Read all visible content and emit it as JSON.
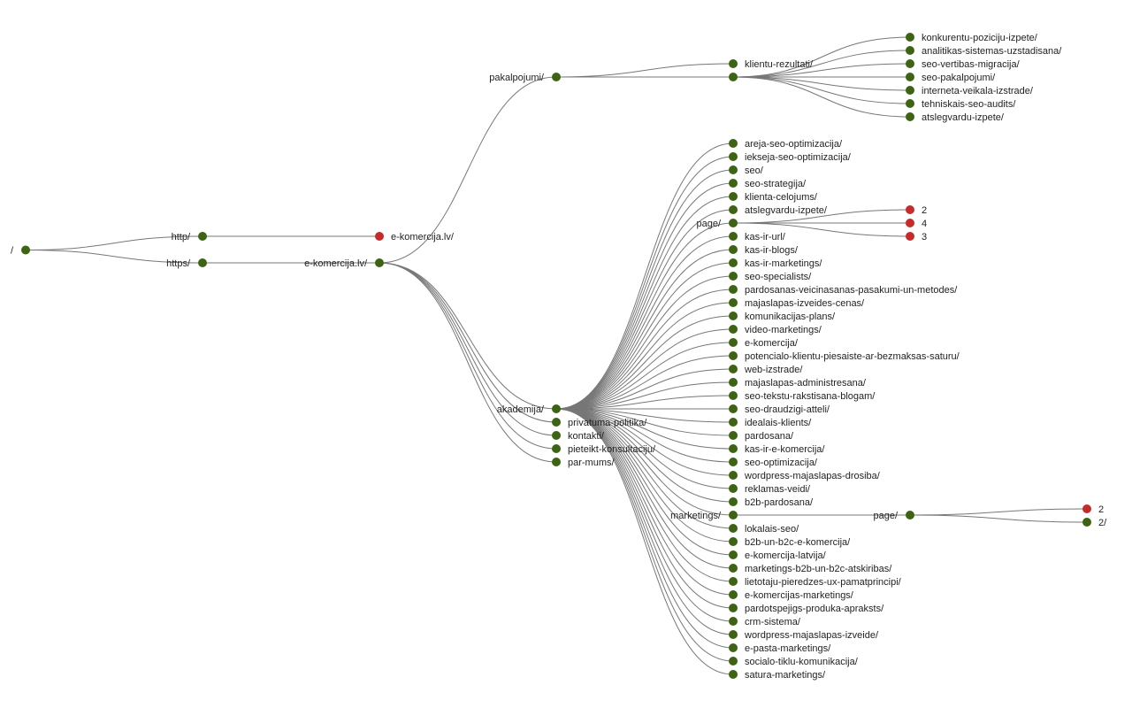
{
  "colors": {
    "node_default": "#3d6314",
    "node_highlight": "#c62b2b",
    "link": "#777777"
  },
  "tree": {
    "label": "/",
    "status": "ok",
    "children": [
      {
        "label": "http/",
        "status": "ok",
        "children": [
          {
            "label": "e-komercija.lv/",
            "status": "error",
            "children": []
          }
        ]
      },
      {
        "label": "https/",
        "status": "ok",
        "children": [
          {
            "label": "e-komercija.lv/",
            "status": "ok",
            "children": [
              {
                "label": "pakalpojumi/",
                "status": "ok",
                "children": [
                  {
                    "label": "klientu-rezultati/",
                    "status": "ok",
                    "children": []
                  },
                  {
                    "label": "",
                    "status": "ok",
                    "children": [
                      {
                        "label": "konkurentu-poziciju-izpete/",
                        "status": "ok",
                        "children": []
                      },
                      {
                        "label": "analitikas-sistemas-uzstadisana/",
                        "status": "ok",
                        "children": []
                      },
                      {
                        "label": "seo-vertibas-migracija/",
                        "status": "ok",
                        "children": []
                      },
                      {
                        "label": "seo-pakalpojumi/",
                        "status": "ok",
                        "children": []
                      },
                      {
                        "label": "interneta-veikala-izstrade/",
                        "status": "ok",
                        "children": []
                      },
                      {
                        "label": "tehniskais-seo-audits/",
                        "status": "ok",
                        "children": []
                      },
                      {
                        "label": "atslegvardu-izpete/",
                        "status": "ok",
                        "children": []
                      }
                    ]
                  }
                ]
              },
              {
                "label": "akademija/",
                "status": "ok",
                "children": [
                  {
                    "label": "areja-seo-optimizacija/",
                    "status": "ok",
                    "children": []
                  },
                  {
                    "label": "ieksejа-seo-optimizacija/",
                    "status": "ok",
                    "children": []
                  },
                  {
                    "label": "seo/",
                    "status": "ok",
                    "children": []
                  },
                  {
                    "label": "seo-strategija/",
                    "status": "ok",
                    "children": []
                  },
                  {
                    "label": "klienta-celojums/",
                    "status": "ok",
                    "children": []
                  },
                  {
                    "label": "atslegvardu-izpete/",
                    "status": "ok",
                    "children": []
                  },
                  {
                    "label": "page/",
                    "status": "ok",
                    "children": [
                      {
                        "label": "2",
                        "status": "error",
                        "children": []
                      },
                      {
                        "label": "4",
                        "status": "error",
                        "children": []
                      },
                      {
                        "label": "3",
                        "status": "error",
                        "children": []
                      }
                    ]
                  },
                  {
                    "label": "kas-ir-url/",
                    "status": "ok",
                    "children": []
                  },
                  {
                    "label": "kas-ir-blogs/",
                    "status": "ok",
                    "children": []
                  },
                  {
                    "label": "kas-ir-marketings/",
                    "status": "ok",
                    "children": []
                  },
                  {
                    "label": "seo-specialists/",
                    "status": "ok",
                    "children": []
                  },
                  {
                    "label": "pardosanas-veicinasanas-pasakumi-un-metodes/",
                    "status": "ok",
                    "children": []
                  },
                  {
                    "label": "majaslapas-izveides-cenas/",
                    "status": "ok",
                    "children": []
                  },
                  {
                    "label": "komunikacijas-plans/",
                    "status": "ok",
                    "children": []
                  },
                  {
                    "label": "video-marketings/",
                    "status": "ok",
                    "children": []
                  },
                  {
                    "label": "e-komercija/",
                    "status": "ok",
                    "children": []
                  },
                  {
                    "label": "potencialo-klientu-piesaiste-ar-bezmaksas-saturu/",
                    "status": "ok",
                    "children": []
                  },
                  {
                    "label": "web-izstrade/",
                    "status": "ok",
                    "children": []
                  },
                  {
                    "label": "majaslapas-administresana/",
                    "status": "ok",
                    "children": []
                  },
                  {
                    "label": "seo-tekstu-rakstisana-blogam/",
                    "status": "ok",
                    "children": []
                  },
                  {
                    "label": "seo-draudzigi-atteli/",
                    "status": "ok",
                    "children": []
                  },
                  {
                    "label": "idealais-klients/",
                    "status": "ok",
                    "children": []
                  },
                  {
                    "label": "pardosana/",
                    "status": "ok",
                    "children": []
                  },
                  {
                    "label": "kas-ir-e-komercija/",
                    "status": "ok",
                    "children": []
                  },
                  {
                    "label": "seo-optimizacija/",
                    "status": "ok",
                    "children": []
                  },
                  {
                    "label": "wordpress-majaslapas-drosiba/",
                    "status": "ok",
                    "children": []
                  },
                  {
                    "label": "reklamas-veidi/",
                    "status": "ok",
                    "children": []
                  },
                  {
                    "label": "b2b-pardosana/",
                    "status": "ok",
                    "children": []
                  },
                  {
                    "label": "marketings/",
                    "status": "ok",
                    "children": [
                      {
                        "label": "page/",
                        "status": "ok",
                        "children": [
                          {
                            "label": "2",
                            "status": "error",
                            "children": []
                          },
                          {
                            "label": "2/",
                            "status": "ok",
                            "children": []
                          }
                        ]
                      }
                    ]
                  },
                  {
                    "label": "lokalais-seo/",
                    "status": "ok",
                    "children": []
                  },
                  {
                    "label": "b2b-un-b2c-e-komercija/",
                    "status": "ok",
                    "children": []
                  },
                  {
                    "label": "e-komercija-latvija/",
                    "status": "ok",
                    "children": []
                  },
                  {
                    "label": "marketings-b2b-un-b2c-atskiribas/",
                    "status": "ok",
                    "children": []
                  },
                  {
                    "label": "lietotaju-pieredzes-ux-pamatprincipi/",
                    "status": "ok",
                    "children": []
                  },
                  {
                    "label": "e-komercijas-marketings/",
                    "status": "ok",
                    "children": []
                  },
                  {
                    "label": "pardotspejigs-produka-apraksts/",
                    "status": "ok",
                    "children": []
                  },
                  {
                    "label": "crm-sistema/",
                    "status": "ok",
                    "children": []
                  },
                  {
                    "label": "wordpress-majaslapas-izveide/",
                    "status": "ok",
                    "children": []
                  },
                  {
                    "label": "e-pasta-marketings/",
                    "status": "ok",
                    "children": []
                  },
                  {
                    "label": "socialo-tiklu-komunikacija/",
                    "status": "ok",
                    "children": []
                  },
                  {
                    "label": "satura-marketings/",
                    "status": "ok",
                    "children": []
                  }
                ]
              },
              {
                "label": "privatuma-politika/",
                "status": "ok",
                "children": []
              },
              {
                "label": "kontakti/",
                "status": "ok",
                "children": []
              },
              {
                "label": "pieteikt-konsultaciju/",
                "status": "ok",
                "children": []
              },
              {
                "label": "par-mums/",
                "status": "ok",
                "children": []
              }
            ]
          }
        ]
      }
    ]
  }
}
